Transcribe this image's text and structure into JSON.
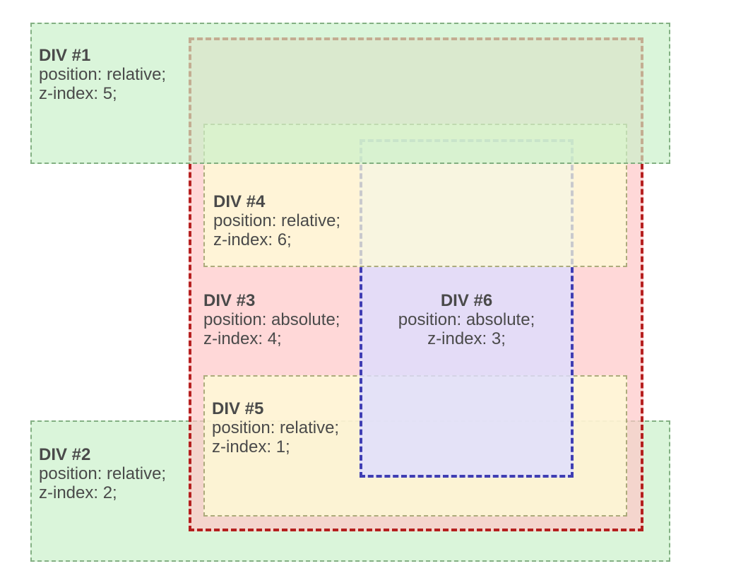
{
  "colors": {
    "page_bg": "#ffffff",
    "text": "#4a4a4a",
    "green_bg": "#c8f0c8ad",
    "green_border": "#669966bf",
    "pink_bg": "#ffc8c8b3",
    "red_border": "#aa0000d9",
    "yellow_bg": "#ffffd7b8",
    "yellow_border": "#999966cc",
    "purple_bg": "#ddddffcc",
    "blue_border": "#000099b8"
  },
  "divs": {
    "div1": {
      "title": "DIV #1",
      "position": "position: relative;",
      "zindex": "z-index: 5;"
    },
    "div2": {
      "title": "DIV #2",
      "position": "position: relative;",
      "zindex": "z-index: 2;"
    },
    "div3": {
      "title": "DIV #3",
      "position": "position: absolute;",
      "zindex": "z-index: 4;"
    },
    "div4": {
      "title": "DIV #4",
      "position": "position: relative;",
      "zindex": "z-index: 6;"
    },
    "div5": {
      "title": "DIV #5",
      "position": "position: relative;",
      "zindex": "z-index: 1;"
    },
    "div6": {
      "title": "DIV #6",
      "position": "position: absolute;",
      "zindex": "z-index: 3;"
    }
  }
}
